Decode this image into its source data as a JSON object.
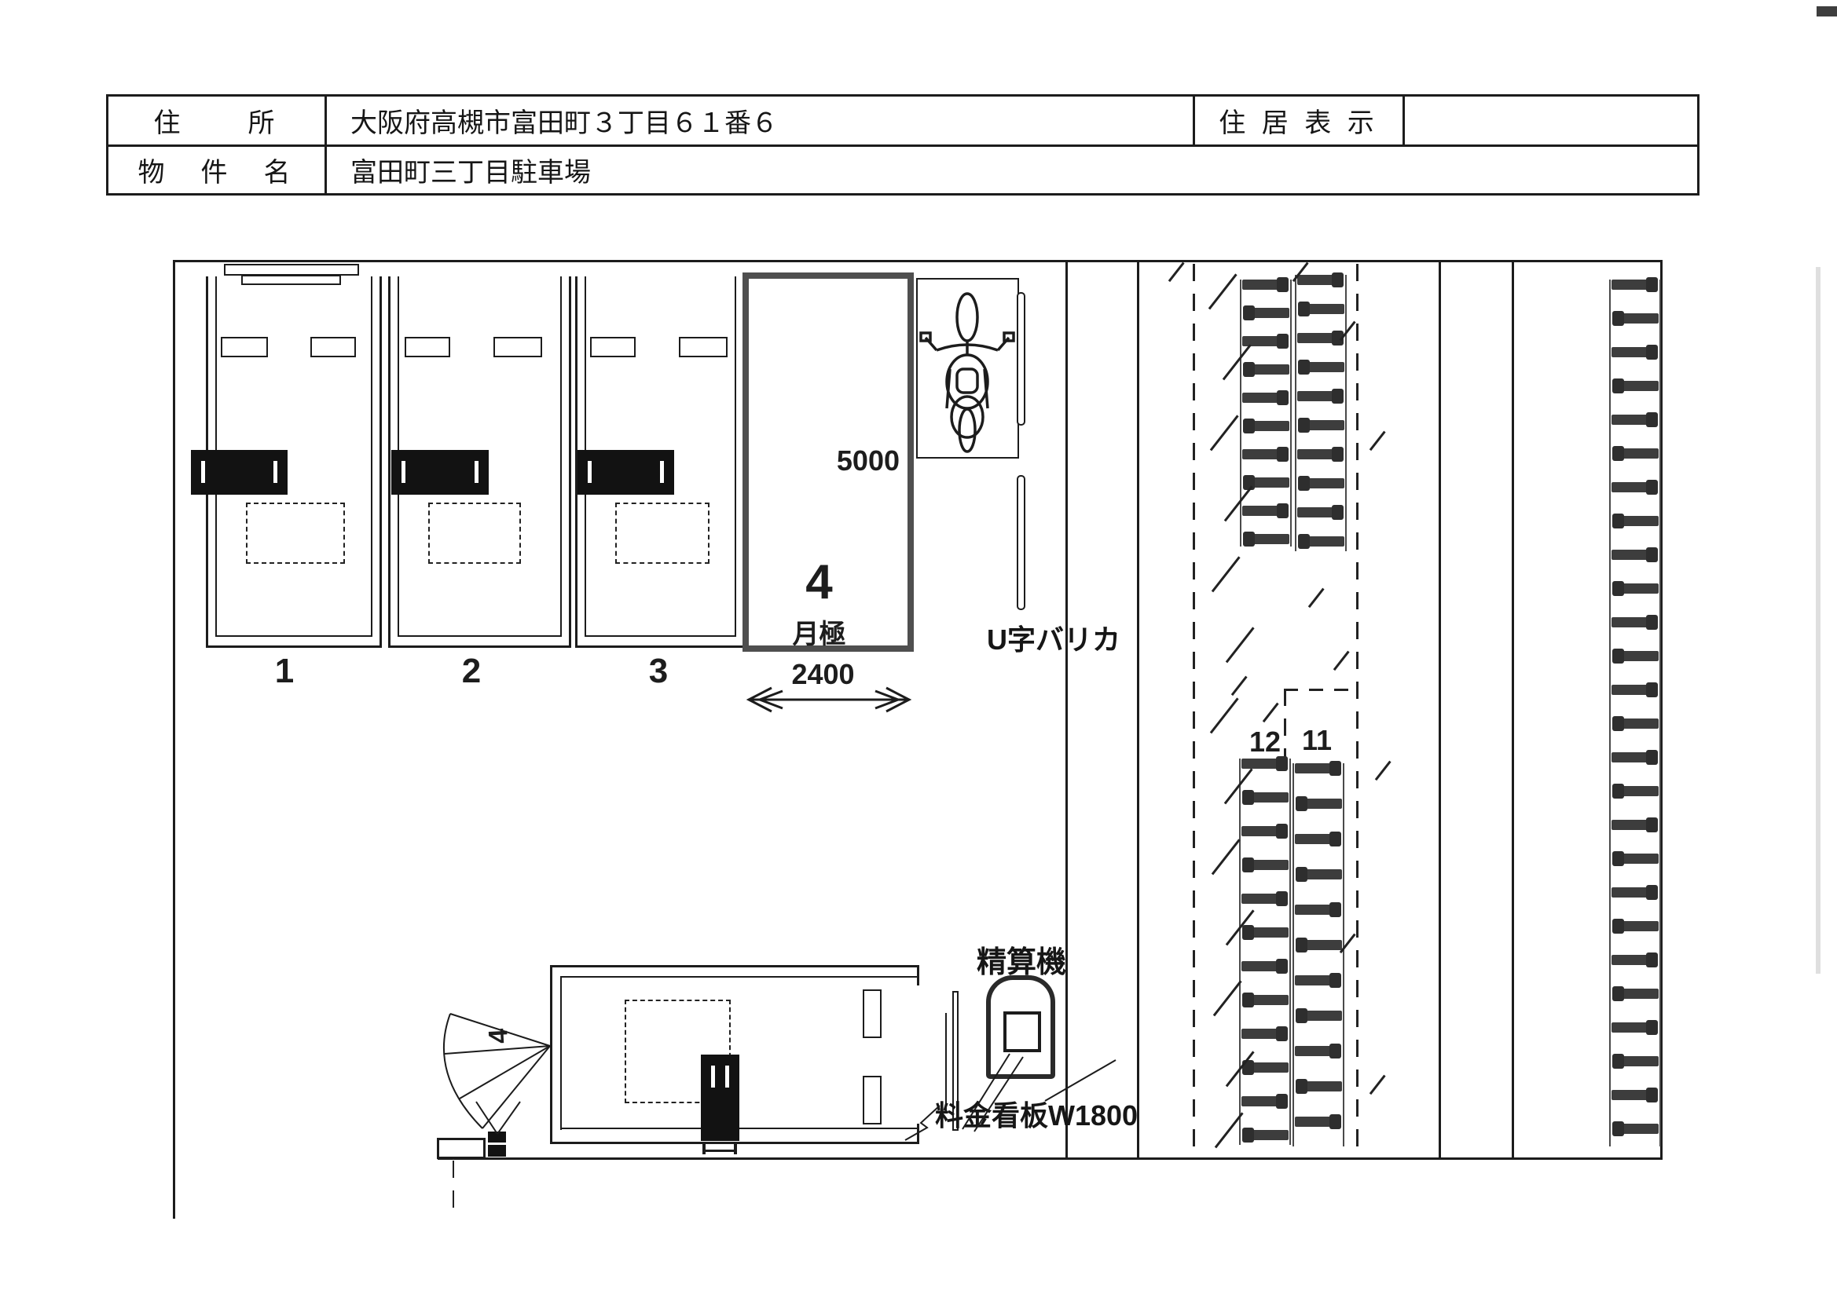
{
  "table": {
    "address_label": "住　　所",
    "address_value": "大阪府高槻市富田町３丁目６１番６",
    "residence_indication_label": "住 居 表 示",
    "residence_indication_value": "",
    "property_label": "物　件　名",
    "property_value": "富田町三丁目駐車場"
  },
  "plan": {
    "stalls": [
      "1",
      "2",
      "3"
    ],
    "stall4": {
      "number": "4",
      "contract_type": "月極",
      "depth_mm": "5000",
      "width_mm": "2400"
    },
    "u_barricade_label": "U字バリカ",
    "payment_machine_label": "精算機",
    "fee_sign_label": "料金看板W1800",
    "bike_rows": [
      "12",
      "11"
    ],
    "gate_number": "4"
  },
  "colors": {
    "line": "#1c1c1c",
    "stall4_border": "#4f4f4f",
    "car": "#121212",
    "rack": "#3d3d3d"
  }
}
